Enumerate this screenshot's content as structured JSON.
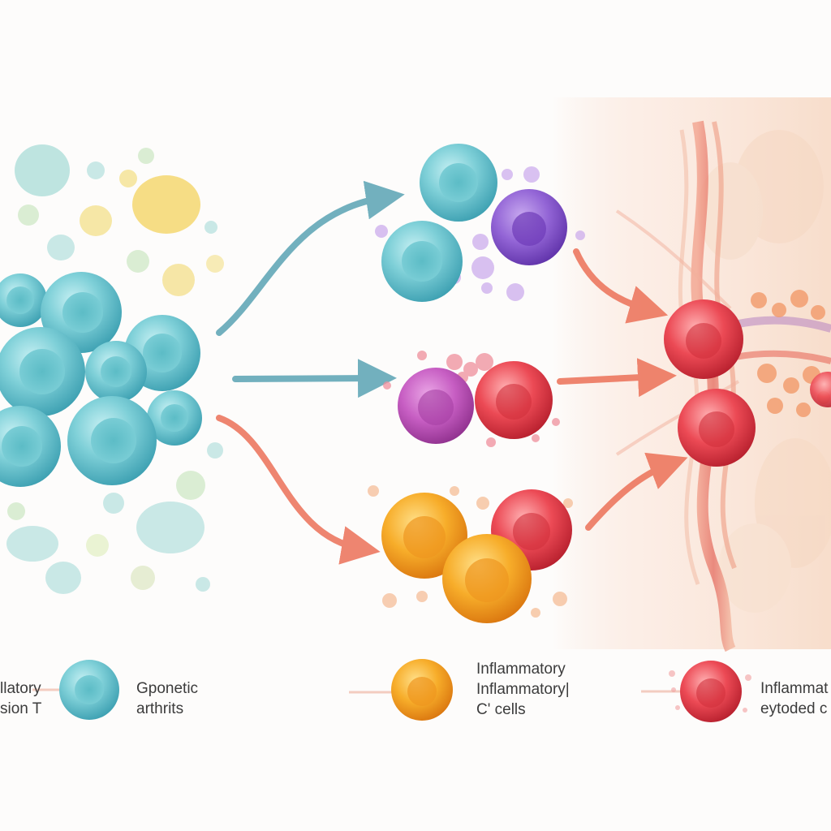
{
  "palette": {
    "teal": "#6cc3cc",
    "purple": "#8a5cc8",
    "magenta": "#c45cc0",
    "red": "#e8424e",
    "orange": "#f3a323",
    "arrow_teal": "#5aa3b4",
    "arrow_coral": "#ec7158"
  },
  "legend": {
    "left": {
      "line1": "llatory",
      "line2": "sion T"
    },
    "teal": {
      "line1": "Gponetic",
      "line2": "arthrits"
    },
    "orange": {
      "line1": "Inflammatory",
      "line2": "Inflammatory|",
      "line3": "C' cells"
    },
    "red": {
      "line1": "Inflammat",
      "line2": "eytoded c"
    }
  }
}
